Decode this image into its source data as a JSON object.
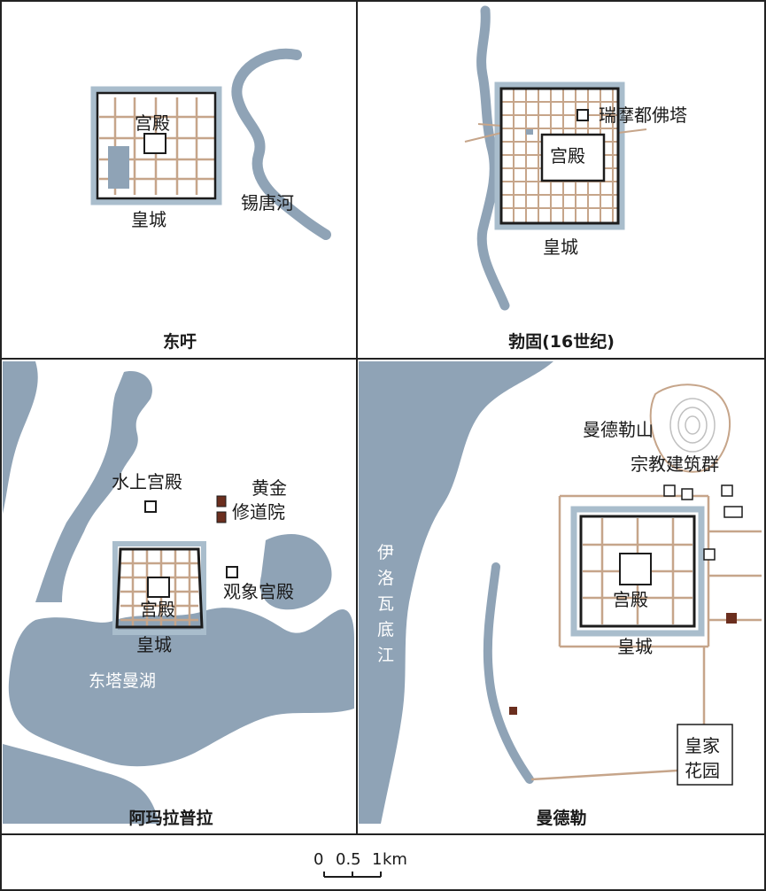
{
  "panels": {
    "dongxu": {
      "caption": "东吁",
      "palace": "宫殿",
      "city": "皇城",
      "river": "锡唐河"
    },
    "bago": {
      "caption": "勃固(16世纪)",
      "palace": "宫殿",
      "city": "皇城",
      "pagoda": "瑞摩都佛塔"
    },
    "amarapura": {
      "caption": "阿玛拉普拉",
      "water_palace": "水上宫殿",
      "monastery_l1": "黄金",
      "monastery_l2": "修道院",
      "observatory_palace": "观象宫殿",
      "palace": "宫殿",
      "city": "皇城",
      "lake": "东塔曼湖"
    },
    "mandalay": {
      "caption": "曼德勒",
      "hill": "曼德勒山",
      "religious": "宗教建筑群",
      "palace": "宫殿",
      "city": "皇城",
      "river_chars": [
        "伊",
        "洛",
        "瓦",
        "底",
        "江"
      ],
      "garden_l1": "皇家",
      "garden_l2": "花园"
    }
  },
  "scale": {
    "ticks": [
      "0",
      "0.5",
      "1"
    ],
    "unit": "km"
  },
  "colors": {
    "water": "#8fa3b6",
    "road": "#c6a58a",
    "wall": "#1c1c1c",
    "moat": "#a9bdcc",
    "building": "#6b2e1e"
  }
}
